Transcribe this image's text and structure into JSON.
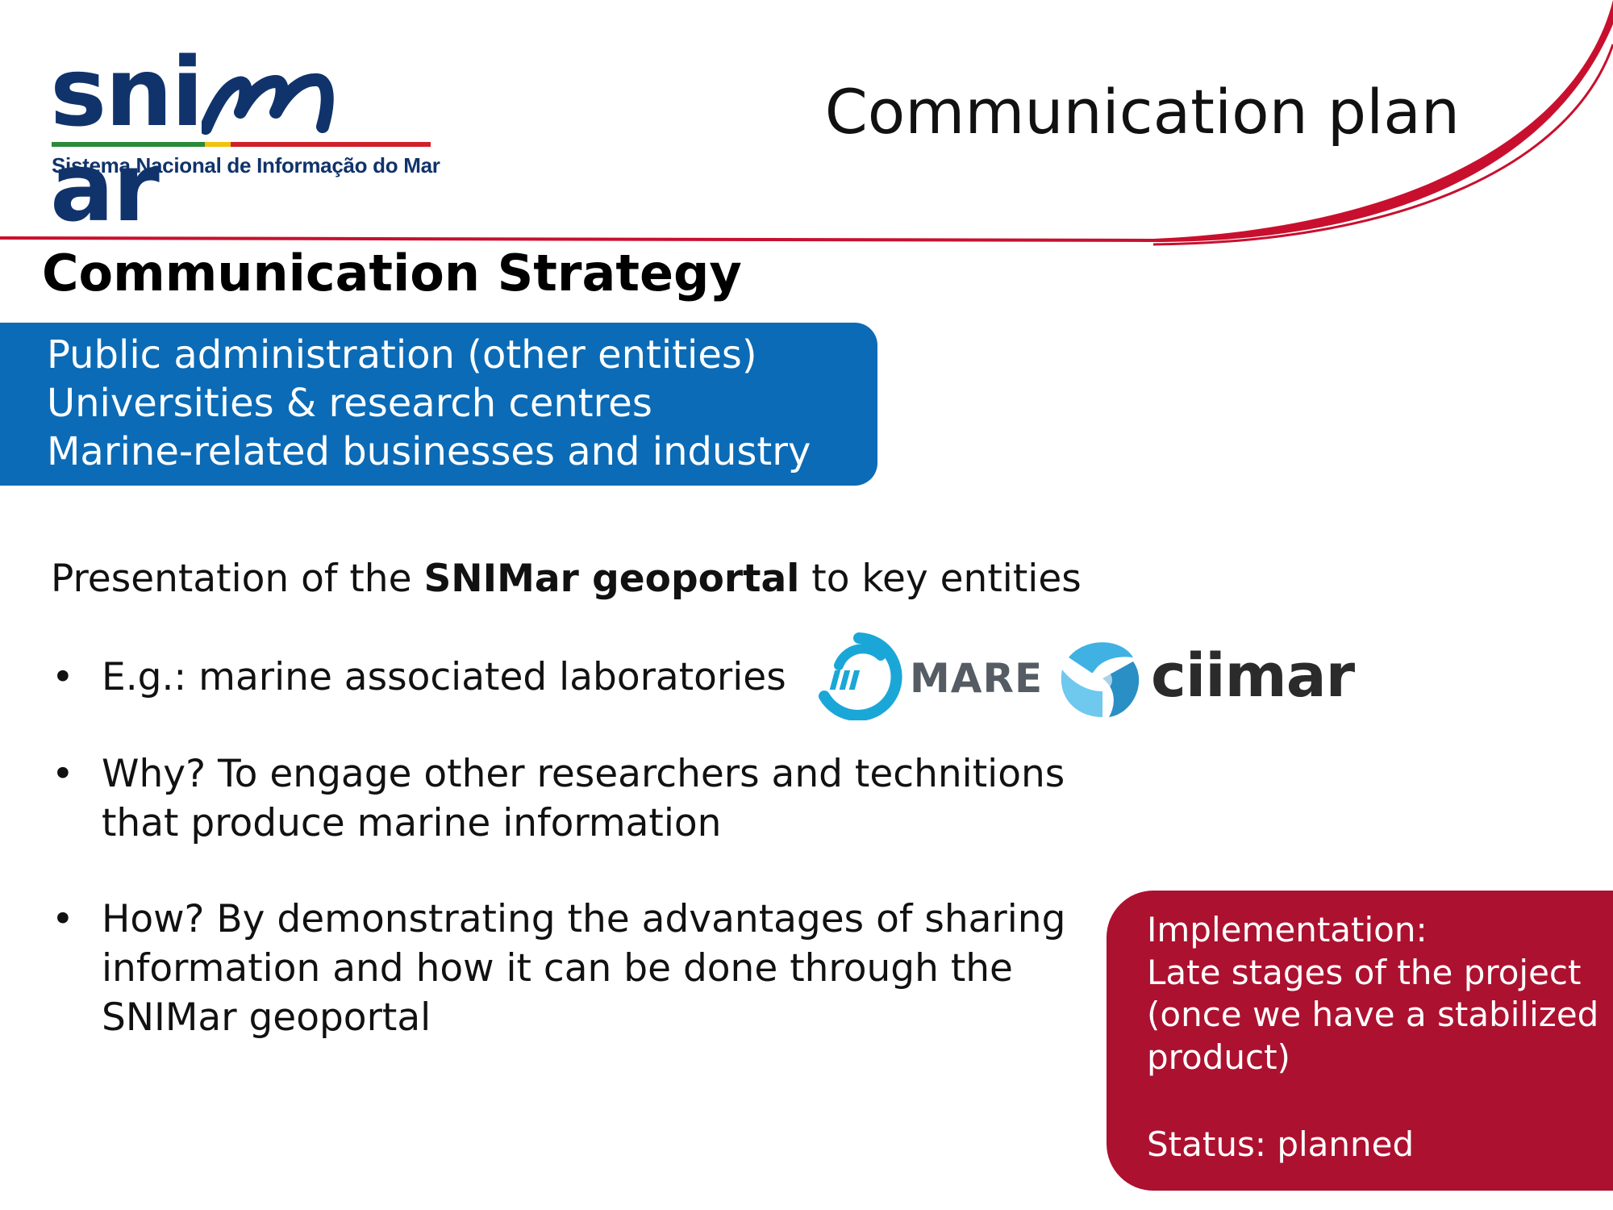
{
  "logo": {
    "word_left": "sni",
    "word_right": "ar",
    "tagline": "Sistema Nacional de Informação do Mar",
    "brand_color": "#10336b",
    "stripe_colors": [
      "#2a8a3a",
      "#f2c20c",
      "#d0202a"
    ]
  },
  "header": {
    "title": "Communication plan",
    "accent_color": "#c8102e"
  },
  "section": {
    "title": "Communication Strategy"
  },
  "audience": {
    "color": "#0b6bb6",
    "lines": [
      "Public administration (other entities)",
      "Universities & research centres",
      "Marine-related businesses and industry"
    ]
  },
  "intro": {
    "before": "Presentation of the ",
    "bold": "SNIMar geoportal",
    "after": " to key entities"
  },
  "bullets": [
    {
      "symbol": "•",
      "lines": [
        "E.g.: marine associated laboratories"
      ]
    },
    {
      "symbol": "•",
      "lines": [
        "Why? To engage other researchers and technitions",
        "that produce marine information"
      ]
    },
    {
      "symbol": "•",
      "lines": [
        "How? By demonstrating the advantages of sharing",
        "information and how it can be done through the",
        "SNIMar geoportal"
      ]
    }
  ],
  "partner_logos": {
    "mare": {
      "label": "MARE",
      "icon": "mare-logo-icon",
      "color": "#1aa7d8"
    },
    "ciimar": {
      "label": "ciimar",
      "icon": "ciimar-logo-icon",
      "color": "#3fb2e3"
    }
  },
  "implementation": {
    "color": "#ad1130",
    "lines": [
      "Implementation:",
      "Late stages of the project",
      "(once we have a stabilized",
      "product)",
      "",
      "Status: planned"
    ]
  }
}
